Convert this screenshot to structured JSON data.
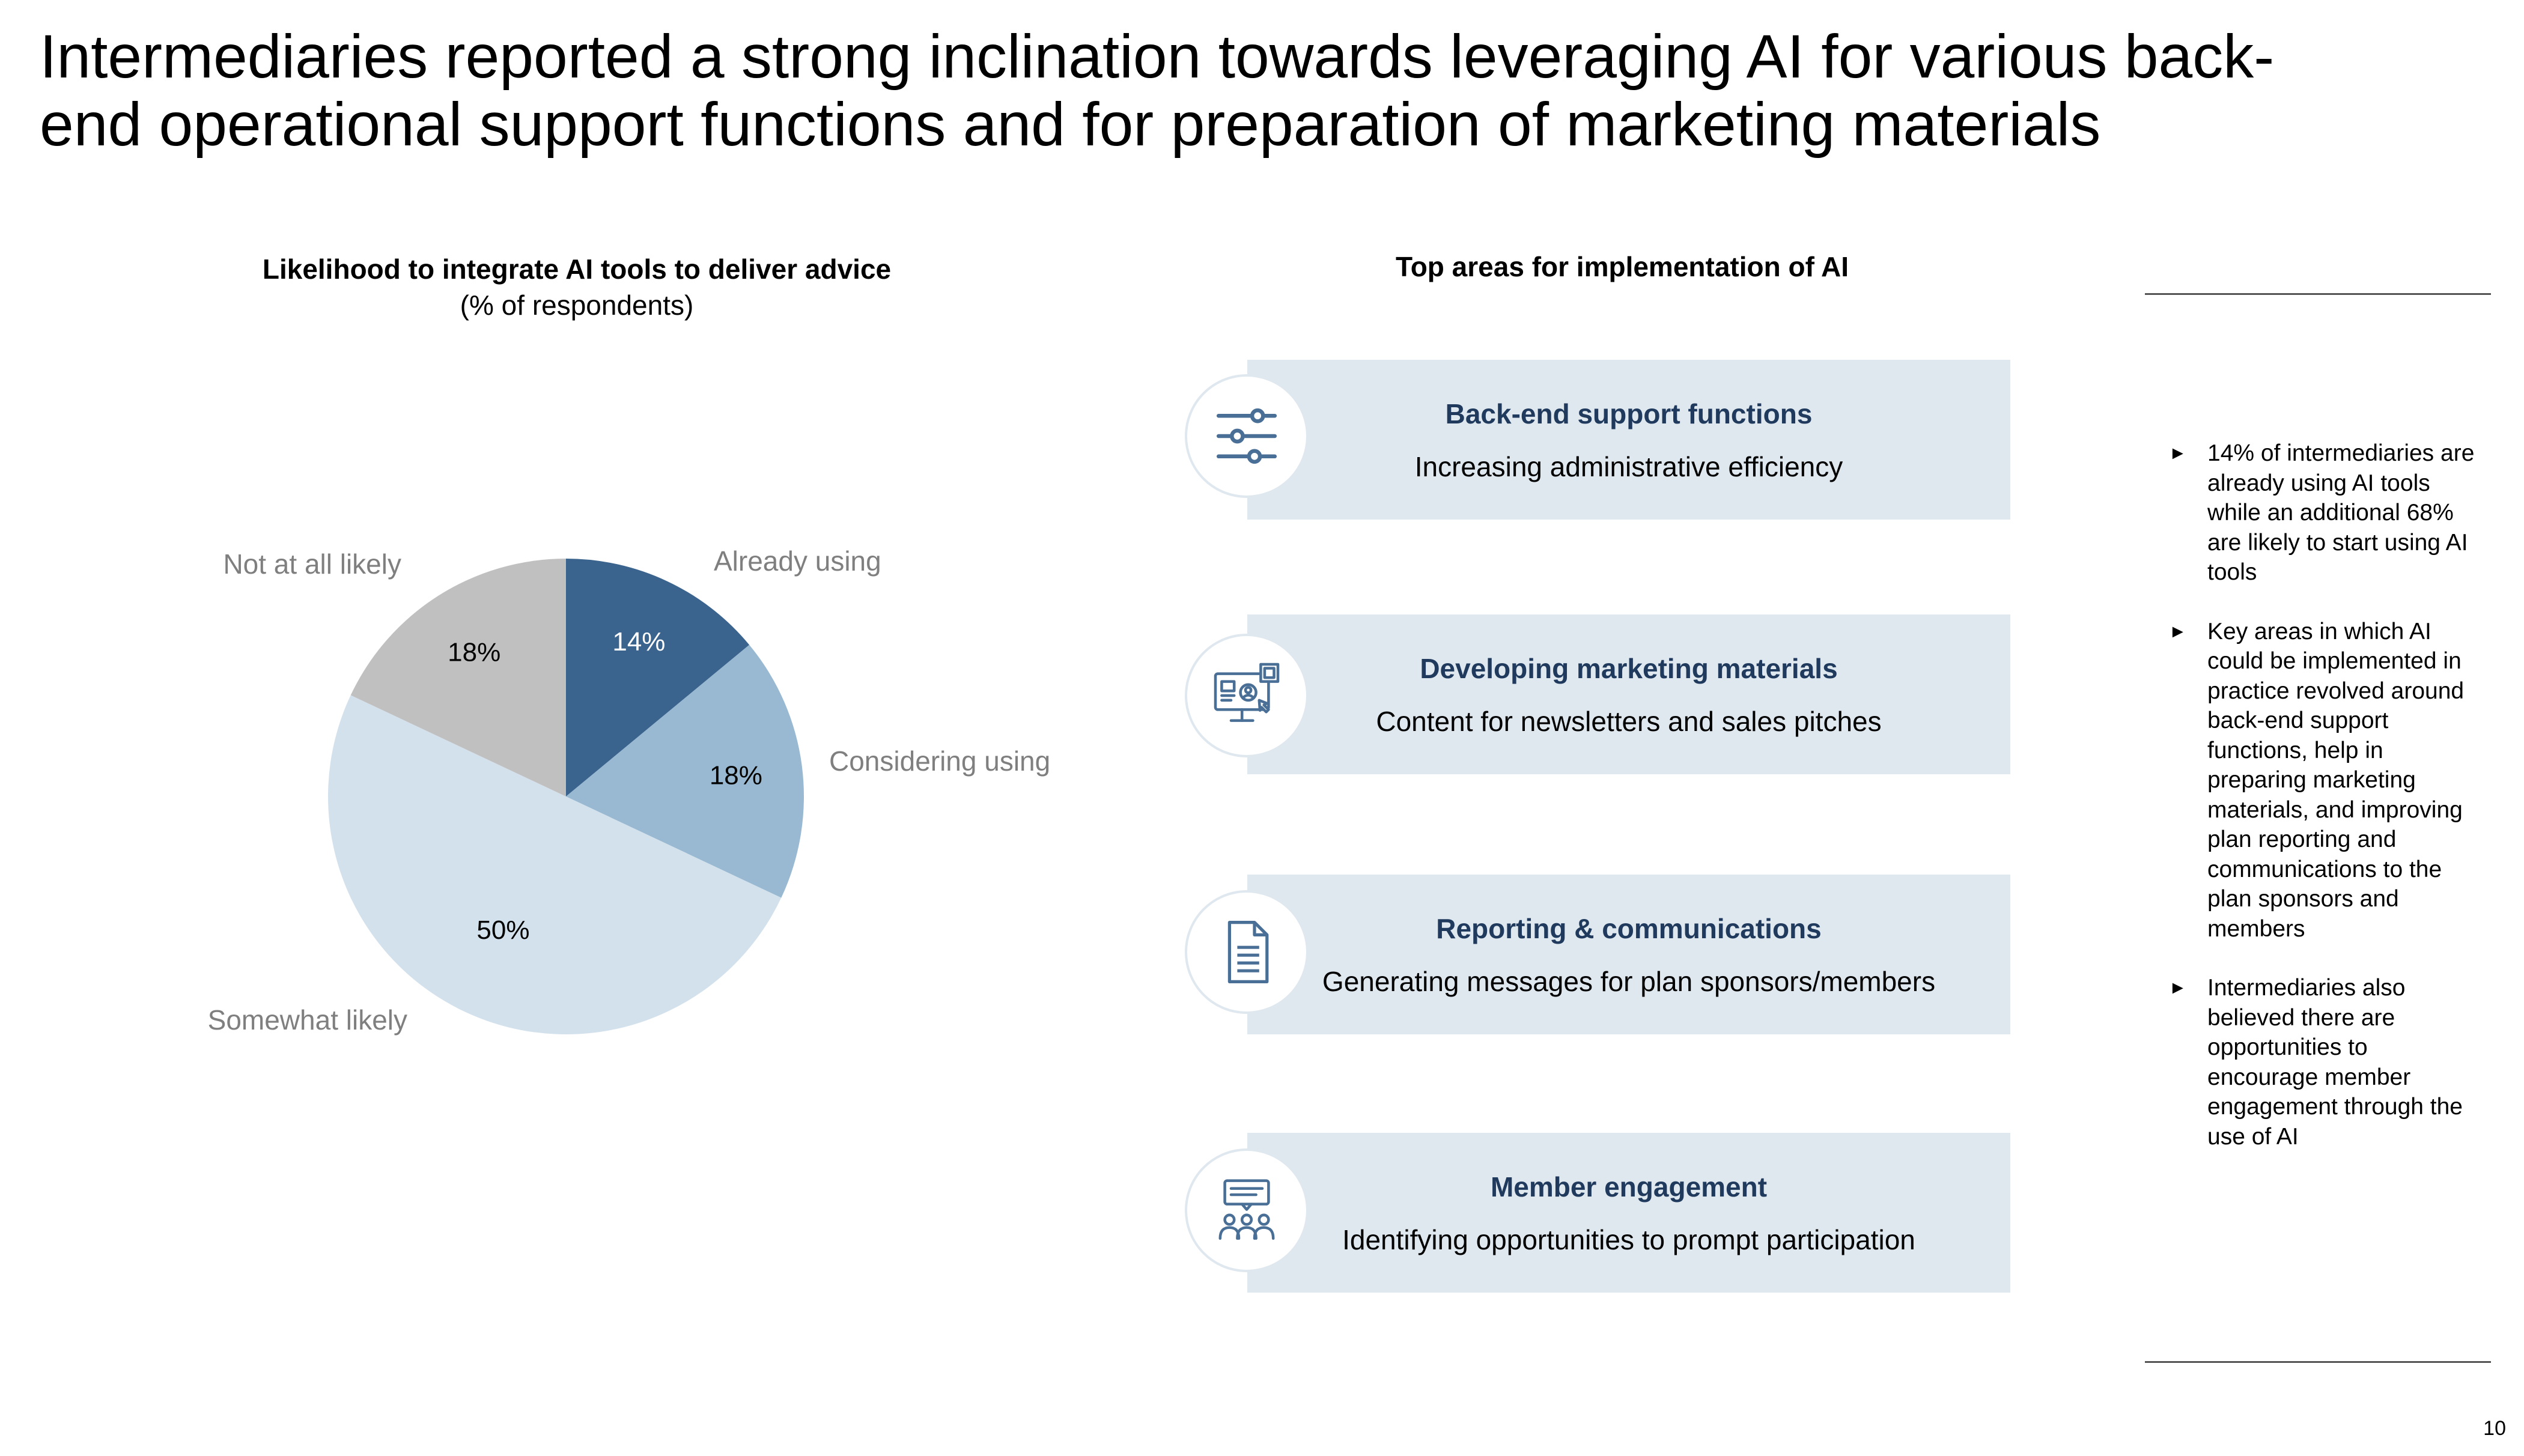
{
  "title": {
    "line1": "Intermediaries reported a strong inclination towards leveraging AI for various back-",
    "line2": "end operational support functions and for preparation of marketing materials"
  },
  "chart_data": {
    "type": "pie",
    "title": "Likelihood to integrate AI tools to deliver advice",
    "subtitle": "(% of respondents)",
    "slices": [
      {
        "label": "Already using",
        "value": 14,
        "value_label": "14%",
        "color": "#3a648e",
        "value_color": "#ffffff"
      },
      {
        "label": "Considering using",
        "value": 18,
        "value_label": "18%",
        "color": "#98b9d1",
        "value_color": "#000000"
      },
      {
        "label": "Somewhat likely",
        "value": 50,
        "value_label": "50%",
        "color": "#d3e1ed",
        "value_color": "#000000"
      },
      {
        "label": "Not at all likely",
        "value": 18,
        "value_label": "18%",
        "color": "#c0c0c0",
        "value_color": "#000000"
      }
    ],
    "start_angle_deg": 0,
    "direction": "clockwise",
    "category_label_color": "#7f7f7f"
  },
  "areas": {
    "title": "Top areas for implementation of AI",
    "items": [
      {
        "title": "Back-end support functions",
        "text": "Increasing administrative efficiency",
        "icon": "sliders-icon"
      },
      {
        "title": "Developing marketing materials",
        "text": "Content for newsletters and sales pitches",
        "icon": "monitor-design-icon"
      },
      {
        "title": "Reporting & communications",
        "text": "Generating messages for plan sponsors/members",
        "icon": "document-icon"
      },
      {
        "title": "Member engagement",
        "text": "Identifying opportunities to prompt participation",
        "icon": "audience-presentation-icon"
      }
    ]
  },
  "sidebar": {
    "bullets": [
      "14% of intermediaries are already using AI tools while an additional 68% are likely to start using AI tools",
      "Key areas in which AI could be implemented in practice revolved around back-end support functions, help in preparing marketing materials, and improving plan reporting and communications to the plan sponsors and members",
      "Intermediaries also believed there are opportunities to encourage member engagement through the use of AI"
    ]
  },
  "colors": {
    "card_background": "#dfe7ef",
    "card_title": "#1f3a5c",
    "icon_stroke": "#4a6f96"
  },
  "page_number": "10"
}
